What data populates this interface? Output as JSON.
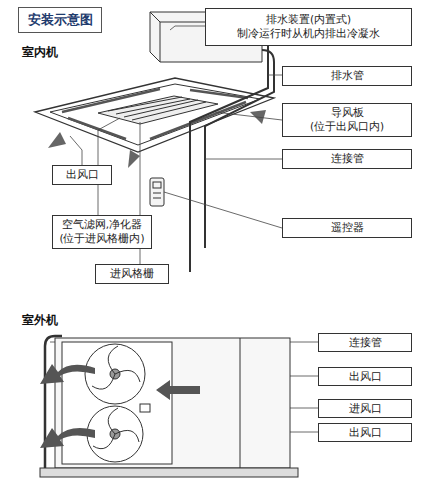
{
  "diagram": {
    "title": "安装示意图",
    "nodes": [
      {
        "text": [
          "排水装置(内置式)",
          "制冷运行时从机内排出冷凝水"
        ]
      },
      {
        "text": [
          "排水管"
        ]
      },
      {
        "text": [
          "导风板",
          "(位于出风口内)"
        ]
      },
      {
        "text": [
          "连接管"
        ]
      },
      {
        "text": [
          "出风口"
        ]
      },
      {
        "text": [
          "空气滤网,净化器",
          "(位于进风格栅内)"
        ]
      },
      {
        "text": [
          "遥控器"
        ]
      },
      {
        "text": [
          "进风格栅"
        ]
      },
      {
        "text": [
          "连接管"
        ]
      },
      {
        "text": [
          "出风口"
        ]
      },
      {
        "text": [
          "进风口"
        ]
      },
      {
        "text": [
          "出风口"
        ]
      }
    ],
    "labels": [
      "室内机",
      "室外机"
    ]
  }
}
